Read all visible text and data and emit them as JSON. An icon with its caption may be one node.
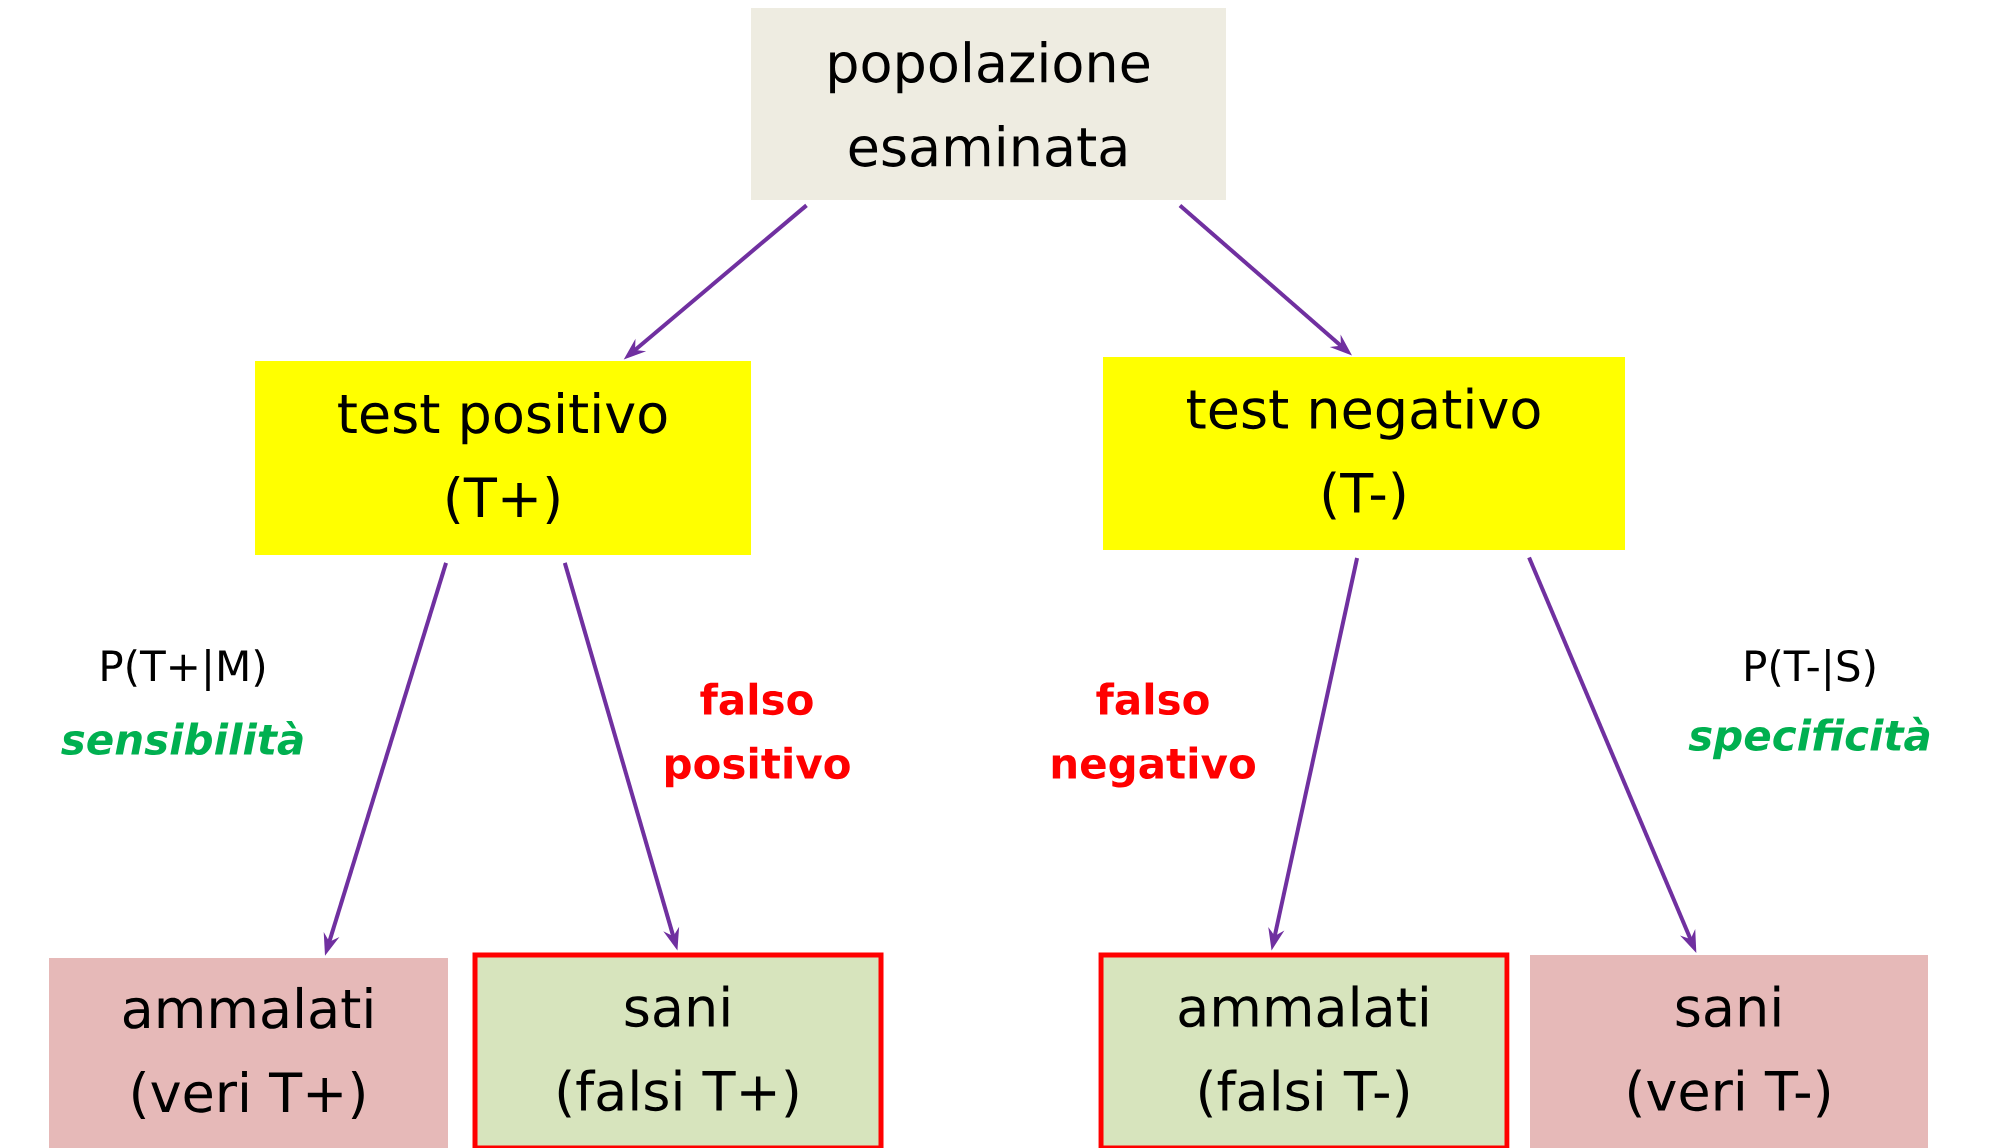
{
  "diagram": {
    "nodes": [
      {
        "text": [
          "popolazione esaminata"
        ]
      },
      {
        "text": [
          "test positivo (T+)"
        ]
      },
      {
        "text": [
          "test negativo (T-)"
        ]
      },
      {
        "text": [
          "ammalati (veri T+)"
        ]
      },
      {
        "text": [
          "sani (falsi T+)"
        ]
      },
      {
        "text": [
          "ammalati (falsi T-)"
        ]
      },
      {
        "text": [
          "sani (veri T-)"
        ]
      }
    ],
    "edges": [
      {
        "from": 0,
        "to": 1,
        "arrow": "to"
      },
      {
        "from": 0,
        "to": 2,
        "arrow": "to"
      },
      {
        "from": 1,
        "to": 3,
        "arrow": "to"
      },
      {
        "from": 1,
        "to": 4,
        "arrow": "to"
      },
      {
        "from": 2,
        "to": 5,
        "arrow": "to"
      },
      {
        "from": 2,
        "to": 6,
        "arrow": "to"
      }
    ],
    "labels": [
      "P(T+|M)",
      "sensibilità",
      "falso positivo",
      "falso negativo",
      "P(T-|S)",
      "specificità"
    ]
  }
}
